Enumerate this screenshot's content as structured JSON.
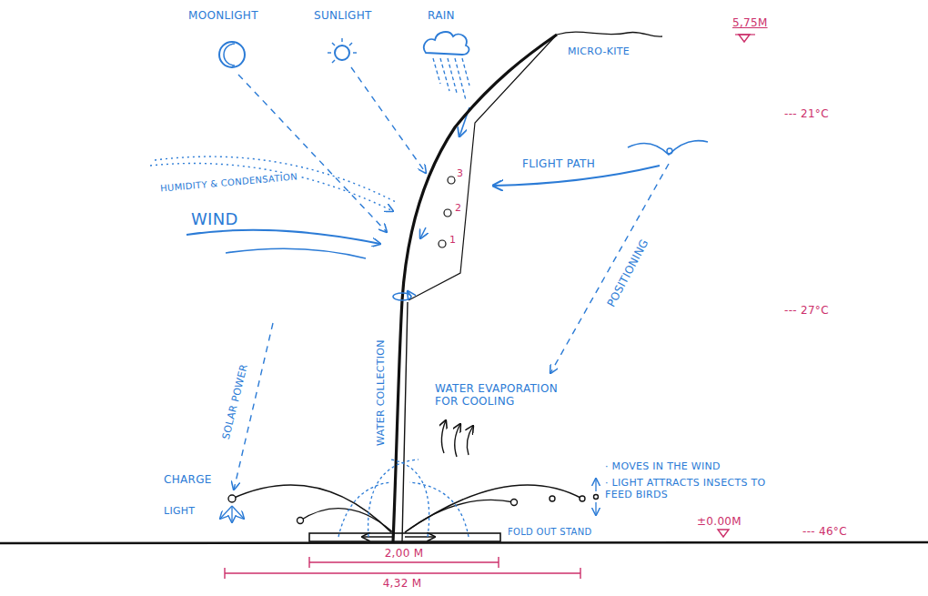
{
  "diagram": {
    "labels": [
      "MOONLIGHT",
      "SUNLIGHT",
      "RAIN",
      "5,75M",
      "MICRO-KITE",
      "--- 21°C",
      "FLIGHT PATH",
      "HUMIDITY & CONDENSATION",
      "3",
      "2",
      "1",
      "WIND",
      "POSITIONING",
      "--- 27°C",
      "SOLAR POWER",
      "WATER COLLECTION",
      "WATER EVAPORATION FOR COOLING",
      "· MOVES IN THE WIND",
      "· LIGHT ATTRACTS INSECTS TO FEED BIRDS",
      "CHARGE",
      "LIGHT",
      "FOLD OUT STAND",
      "±0.00M",
      "--- 46°C",
      "2,00 M",
      "4,32 M"
    ]
  }
}
